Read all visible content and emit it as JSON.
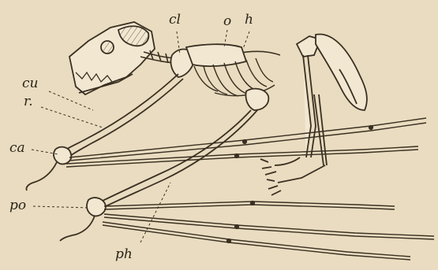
{
  "figure": {
    "subject": "bat skeleton engraving",
    "ink_color": "#3a3022",
    "paper_color": "#e9dcc0",
    "labels": [
      {
        "id": "cl",
        "text": "cl"
      },
      {
        "id": "o",
        "text": "o"
      },
      {
        "id": "h",
        "text": "h"
      },
      {
        "id": "cu",
        "text": "cu"
      },
      {
        "id": "r",
        "text": "r."
      },
      {
        "id": "ca",
        "text": "ca"
      },
      {
        "id": "po",
        "text": "po"
      },
      {
        "id": "ph",
        "text": "ph"
      }
    ]
  }
}
